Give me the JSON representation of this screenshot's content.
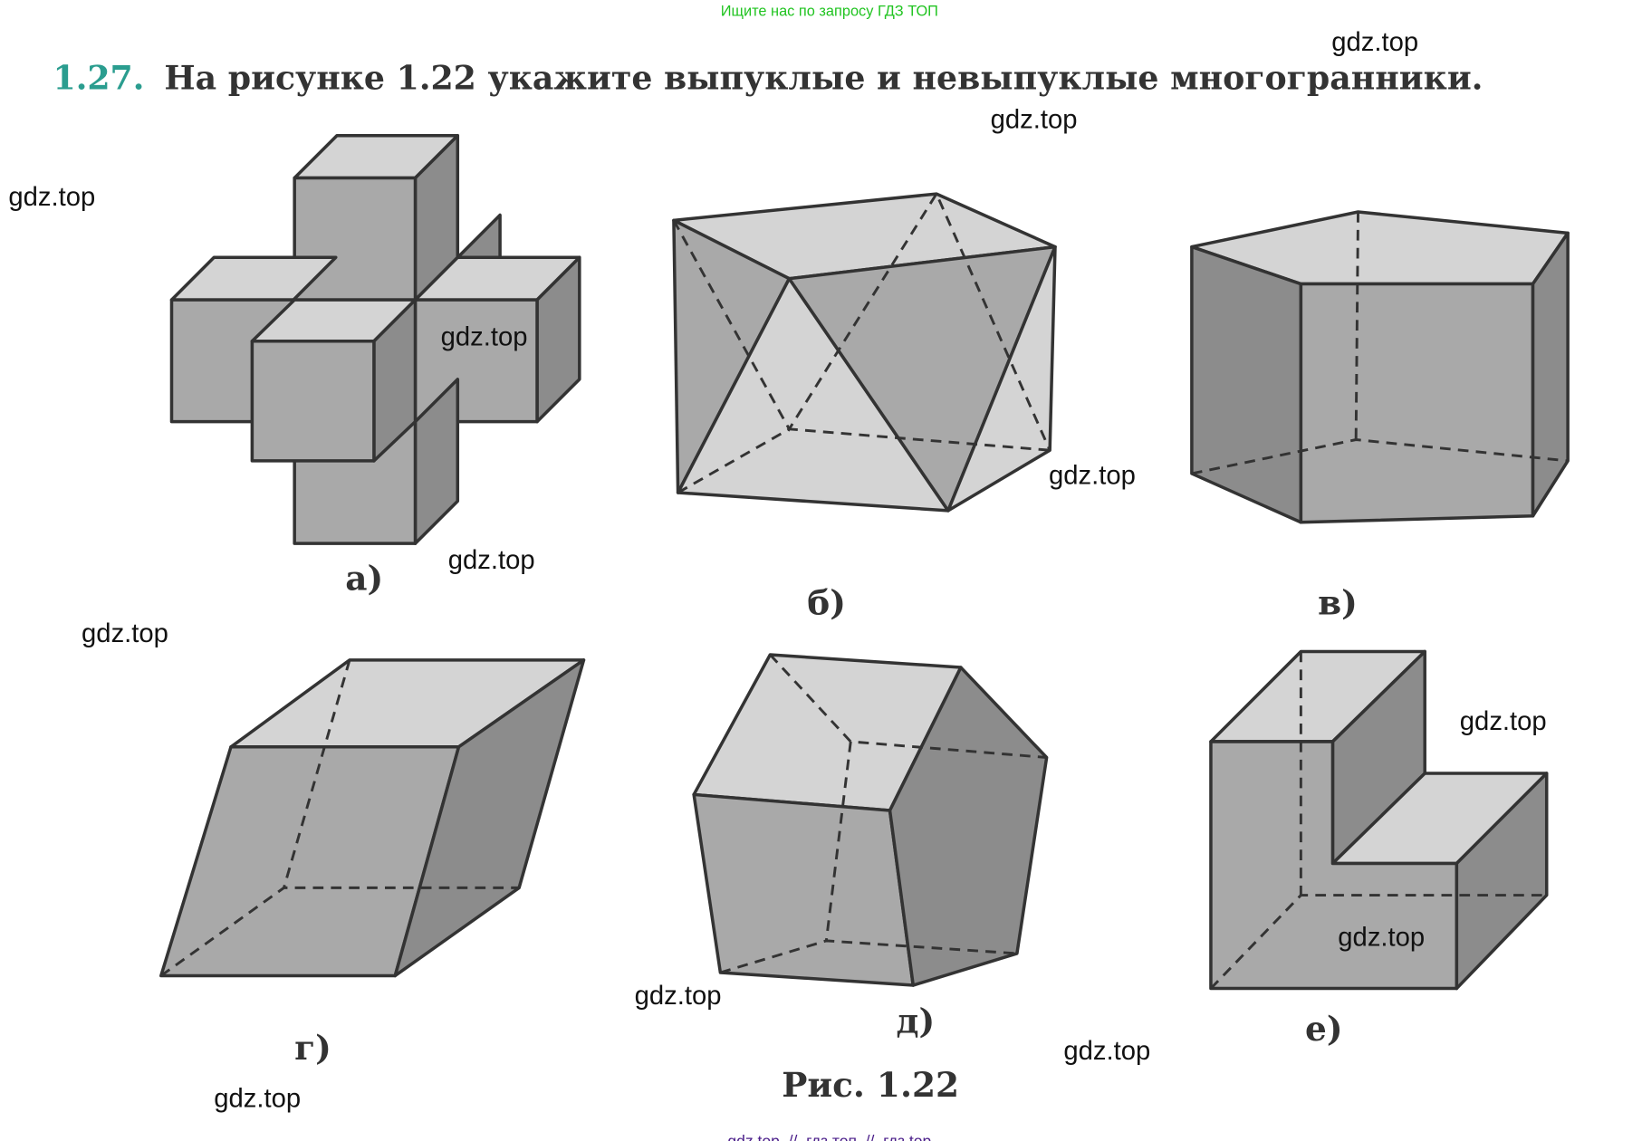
{
  "header_banner": "Ищите нас по запросу ГДЗ ТОП",
  "problem": {
    "number": "1.27.",
    "text": "На рисунке 1.22 укажите выпуклые и невыпуклые многогранники."
  },
  "figure_labels": [
    "а)",
    "б)",
    "в)",
    "г)",
    "д)",
    "е)"
  ],
  "caption": "Рис. 1.22",
  "watermark": "gdz.top",
  "footer": "gdz top  //  гдз топ  //  гдз top",
  "colors": {
    "banner": "#22c422",
    "number": "#2a9d8f",
    "footer": "#4b1f8a"
  }
}
